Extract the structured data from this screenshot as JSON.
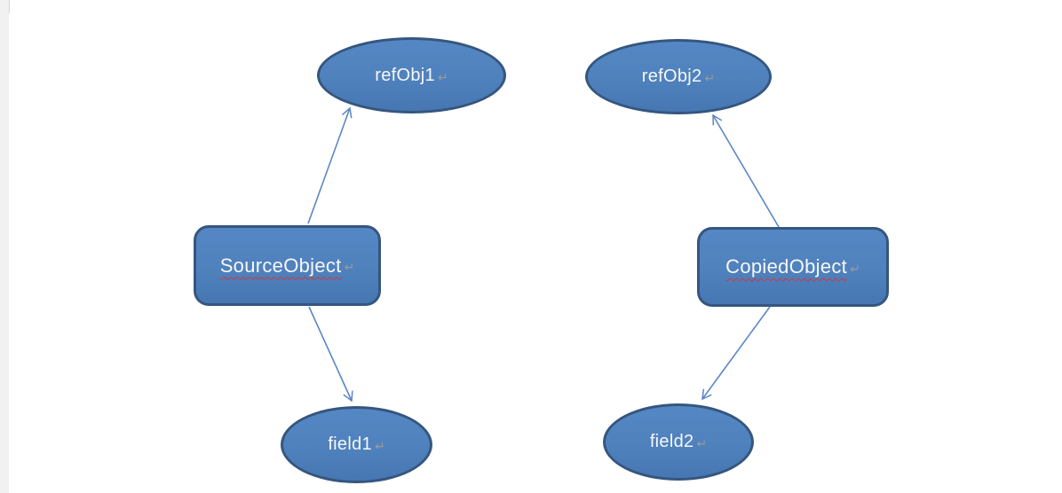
{
  "diagram": {
    "nodes": [
      {
        "id": "refObj1",
        "label": "refObj1",
        "shape": "ellipse",
        "mark": "↵"
      },
      {
        "id": "refObj2",
        "label": "refObj2",
        "shape": "ellipse",
        "mark": "↵"
      },
      {
        "id": "SourceObject",
        "label": "SourceObject",
        "shape": "rounded-rectangle",
        "mark": "↵",
        "spellcheck_flagged": true
      },
      {
        "id": "CopiedObject",
        "label": "CopiedObject",
        "shape": "rounded-rectangle",
        "mark": "↵",
        "spellcheck_flagged": true
      },
      {
        "id": "field1",
        "label": "field1",
        "shape": "ellipse",
        "mark": "↵"
      },
      {
        "id": "field2",
        "label": "field2",
        "shape": "ellipse",
        "mark": "↵"
      }
    ],
    "edges": [
      {
        "from": "SourceObject",
        "to": "refObj1"
      },
      {
        "from": "SourceObject",
        "to": "field1"
      },
      {
        "from": "CopiedObject",
        "to": "refObj2"
      },
      {
        "from": "CopiedObject",
        "to": "field2"
      }
    ],
    "colors": {
      "shape_fill": "#4f81bd",
      "shape_border": "#35567e",
      "label_text": "#f7f7f7",
      "arrow": "#5b87c5",
      "spellcheck_underline": "#cf3a3a",
      "format_mark": "#9a9a9a",
      "page_margin_strip": "#f1f1f1"
    }
  }
}
